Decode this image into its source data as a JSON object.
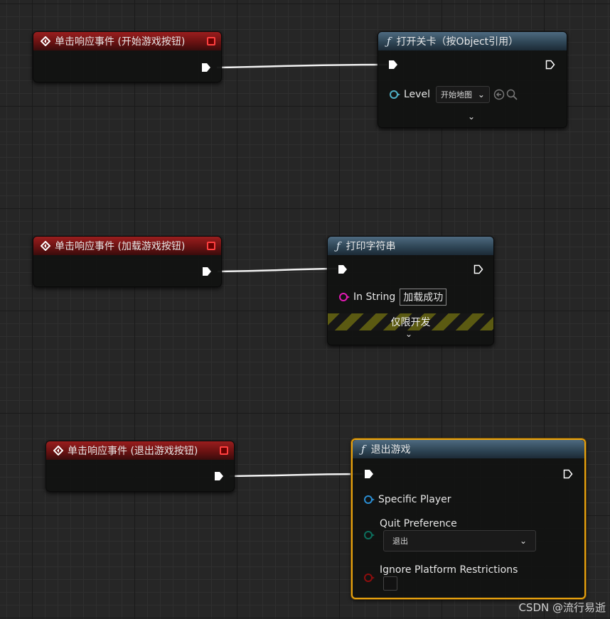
{
  "nodes": {
    "start": {
      "event_title": "单击响应事件 (开始游戏按钮)",
      "func_title": "打开关卡（按Object引用）",
      "pin_label": "Level",
      "pin_value": "开始地图"
    },
    "load": {
      "event_title": "单击响应事件 (加载游戏按钮)",
      "func_title": "打印字符串",
      "pin_label": "In String",
      "pin_value": "加载成功",
      "dev_only": "仅限开发"
    },
    "quit": {
      "event_title": "单击响应事件 (退出游戏按钮)",
      "func_title": "退出游戏",
      "pin1_label": "Specific Player",
      "pin2_label": "Quit Preference",
      "pin2_value": "退出",
      "pin3_label": "Ignore Platform Restrictions"
    }
  },
  "icons": [
    "event-icon",
    "function-icon",
    "close-icon",
    "chevron-down-icon",
    "exec-pin-icon",
    "browse-icon",
    "search-icon"
  ],
  "colors": {
    "event_header": "#9a1e1e",
    "function_header": "#3a5468",
    "selection": "#e8a20f",
    "object_pin": "#4fb0c6",
    "string_pin": "#e31ab4",
    "player_pin": "#2a8cd0",
    "enum_pin": "#0c6e5c",
    "bool_pin": "#8c0e0e"
  },
  "watermark": "CSDN @流行易逝"
}
